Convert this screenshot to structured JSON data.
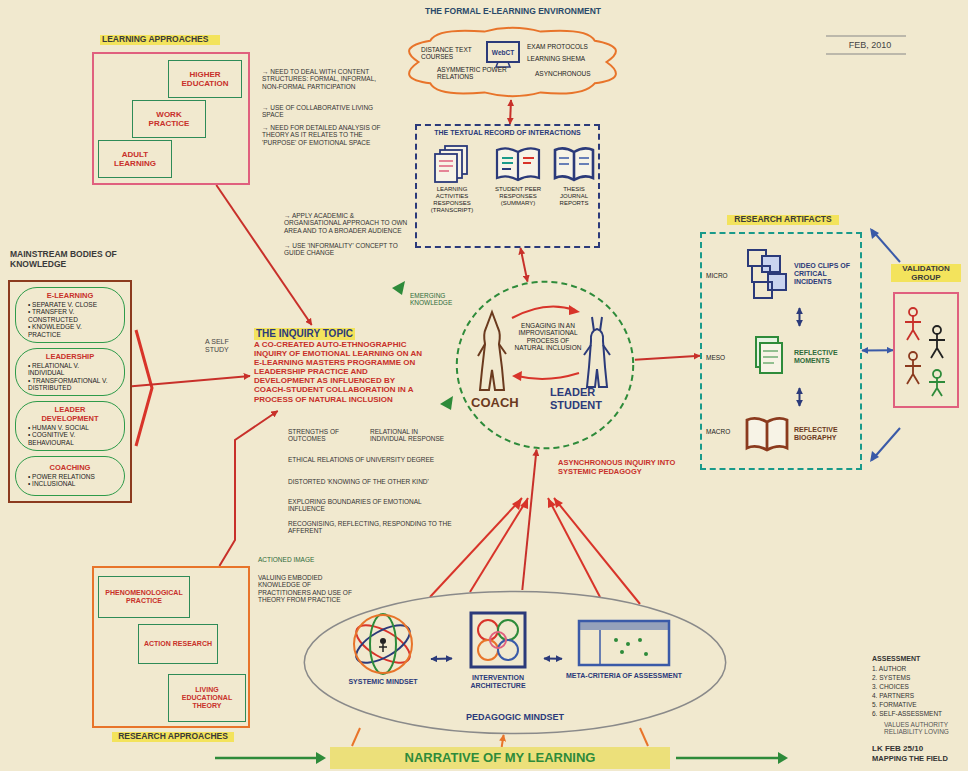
{
  "diagram": {
    "nodes": [
      {
        "text": [
          "LEARNING APPROACHES"
        ]
      },
      {
        "text": [
          "HIGHER EDUCATION"
        ],
        "in": 0
      },
      {
        "text": [
          "WORK PRACTICE"
        ],
        "in": 0
      },
      {
        "text": [
          "ADULT LEARNING"
        ],
        "in": 0
      },
      {
        "text": [
          "MAINSTREAM BODIES OF KNOWLEDGE"
        ]
      },
      {
        "text": [
          "E-LEARNING",
          "• SEPARATE V. CLOSE",
          "• TRANSFER V. CONSTRUCTED",
          "• KNOWLEDGE V. PRACTICE"
        ],
        "in": 4
      },
      {
        "text": [
          "LEADERSHIP",
          "• RELATIONAL V. INDIVIDUAL",
          "• TRANSFORMATIONAL V. DISTRIBUTED"
        ],
        "in": 4
      },
      {
        "text": [
          "LEADER DEVELOPMENT",
          "• HUMAN V. SOCIAL",
          "• COGNITIVE V. BEHAVIOURAL"
        ],
        "in": 4
      },
      {
        "text": [
          "COACHING",
          "• POWER RELATIONS",
          "• INCLUSIONAL"
        ],
        "in": 4
      },
      {
        "text": [
          "RESEARCH APPROACHES"
        ]
      },
      {
        "text": [
          "PHENOMENOLOGICAL PRACTICE"
        ],
        "in": 9
      },
      {
        "text": [
          "ACTION RESEARCH"
        ],
        "in": 9
      },
      {
        "text": [
          "LIVING EDUCATIONAL THEORY"
        ],
        "in": 9
      },
      {
        "text": [
          "THE INQUIRY TOPIC",
          "A CO-CREATED AUTO-ETHNOGRAPHIC INQUIRY OF EMOTIONAL LEARNING ON AN E-LEARNING MASTERS PROGRAMME ON LEADERSHIP PRACTICE AND DEVELOPMENT AS INFLUENCED BY COACH-STUDENT COLLABORATION IN A PROCESS OF NATURAL INCLUSION"
        ]
      },
      {
        "text": [
          "THE FORMAL E-LEARNING ENVIRONMENT",
          "DISTANCE TEXT COURSES",
          "WebCT",
          "EXAM PROTOCOLS",
          "LEARNING SHEMA",
          "ASYMMETRIC POWER RELATIONS",
          "ASYNCHRONOUS"
        ]
      },
      {
        "text": [
          "THE TEXTUAL RECORD OF INTERACTIONS"
        ]
      },
      {
        "text": [
          "LEARNING ACTIVITIES RESPONSES (TRANSCRIPT)"
        ],
        "in": 15
      },
      {
        "text": [
          "STUDENT PEER RESPONSES (SUMMARY)"
        ],
        "in": 15
      },
      {
        "text": [
          "THESIS JOURNAL REPORTS"
        ],
        "in": 15
      },
      {
        "text": [
          "ENGAGING IN AN IMPROVISATIONAL PROCESS OF NATURAL INCLUSION",
          "COACH",
          "LEADER STUDENT"
        ]
      },
      {
        "text": [
          "RESEARCH ARTIFACTS",
          "MICRO",
          "MESO",
          "MACRO"
        ]
      },
      {
        "text": [
          "VIDEO CLIPS OF CRITICAL INCIDENTS"
        ],
        "in": 20
      },
      {
        "text": [
          "REFLECTIVE MOMENTS"
        ],
        "in": 20
      },
      {
        "text": [
          "REFLECTIVE BIOGRAPHY"
        ],
        "in": 20
      },
      {
        "text": [
          "VALIDATION GROUP"
        ]
      },
      {
        "text": [
          "PEDAGOGIC MINDSET"
        ]
      },
      {
        "text": [
          "SYSTEMIC MINDSET"
        ],
        "in": 25
      },
      {
        "text": [
          "INTERVENTION ARCHITECTURE"
        ],
        "in": 25
      },
      {
        "text": [
          "META-CRITERIA OF ASSESSMENT"
        ],
        "in": 25
      },
      {
        "text": [
          "NARRATIVE OF MY LEARNING"
        ]
      }
    ],
    "edges": [
      {
        "from": 0,
        "to": 13,
        "arrow": "to"
      },
      {
        "from": 4,
        "to": 13,
        "arrow": "to"
      },
      {
        "from": 9,
        "to": 13,
        "arrow": "to"
      },
      {
        "from": 14,
        "to": 15,
        "arrow": "both"
      },
      {
        "from": 15,
        "to": 19,
        "arrow": "both"
      },
      {
        "from": 19,
        "to": 20,
        "arrow": "to"
      },
      {
        "from": 21,
        "to": 22,
        "arrow": "both"
      },
      {
        "from": 22,
        "to": 23,
        "arrow": "both"
      },
      {
        "from": 20,
        "to": 24,
        "arrow": "both"
      },
      {
        "from": 25,
        "to": 19,
        "arrow": "to"
      },
      {
        "from": 26,
        "to": 27,
        "arrow": "both"
      },
      {
        "from": 27,
        "to": 28,
        "arrow": "both"
      },
      {
        "from": 29,
        "to": 25,
        "arrow": "to"
      }
    ],
    "labels": [
      "FEB, 2010",
      "→ NEED TO DEAL WITH CONTENT STRUCTURES: FORMAL, INFORMAL, NON-FORMAL PARTICIPATION",
      "→ USE OF COLLABORATIVE LIVING SPACE",
      "→ NEED FOR DETAILED ANALYSIS OF THEORY AS IT RELATES TO THE 'PURPOSE' OF EMOTIONAL SPACE",
      "→ APPLY ACADEMIC & ORGANISATIONAL APPROACH TO OWN AREA AND TO A BROADER AUDIENCE",
      "→ USE 'INFORMALITY' CONCEPT TO GUIDE CHANGE",
      "A SELF STUDY",
      "EMERGING KNOWLEDGE",
      "STRENGTHS OF OUTCOMES",
      "RELATIONAL IN INDIVIDUAL RESPONSE",
      "ETHICAL RELATIONS OF UNIVERSITY DEGREE",
      "DISTORTED 'KNOWING OF THE OTHER KIND'",
      "EXPLORING BOUNDARIES OF EMOTIONAL INFLUENCE",
      "RECOGNISING, REFLECTING, RESPONDING TO THE AFFERENT",
      "ACTIONED IMAGE",
      "VALUING EMBODIED KNOWLEDGE OF PRACTITIONERS AND USE OF THEORY FROM PRACTICE",
      "ASYNCHRONOUS INQUIRY INTO SYSTEMIC PEDAGOGY",
      "ASSESSMENT",
      "1. AUTHOR",
      "2. SYSTEMS",
      "3. CHOICES",
      "4. PARTNERS",
      "5. FORMATIVE",
      "6. SELF-ASSESSMENT",
      "VALUES AUTHORITY RELIABILITY LOVING",
      "LK FEB 25/10",
      "MAPPING THE FIELD"
    ]
  }
}
